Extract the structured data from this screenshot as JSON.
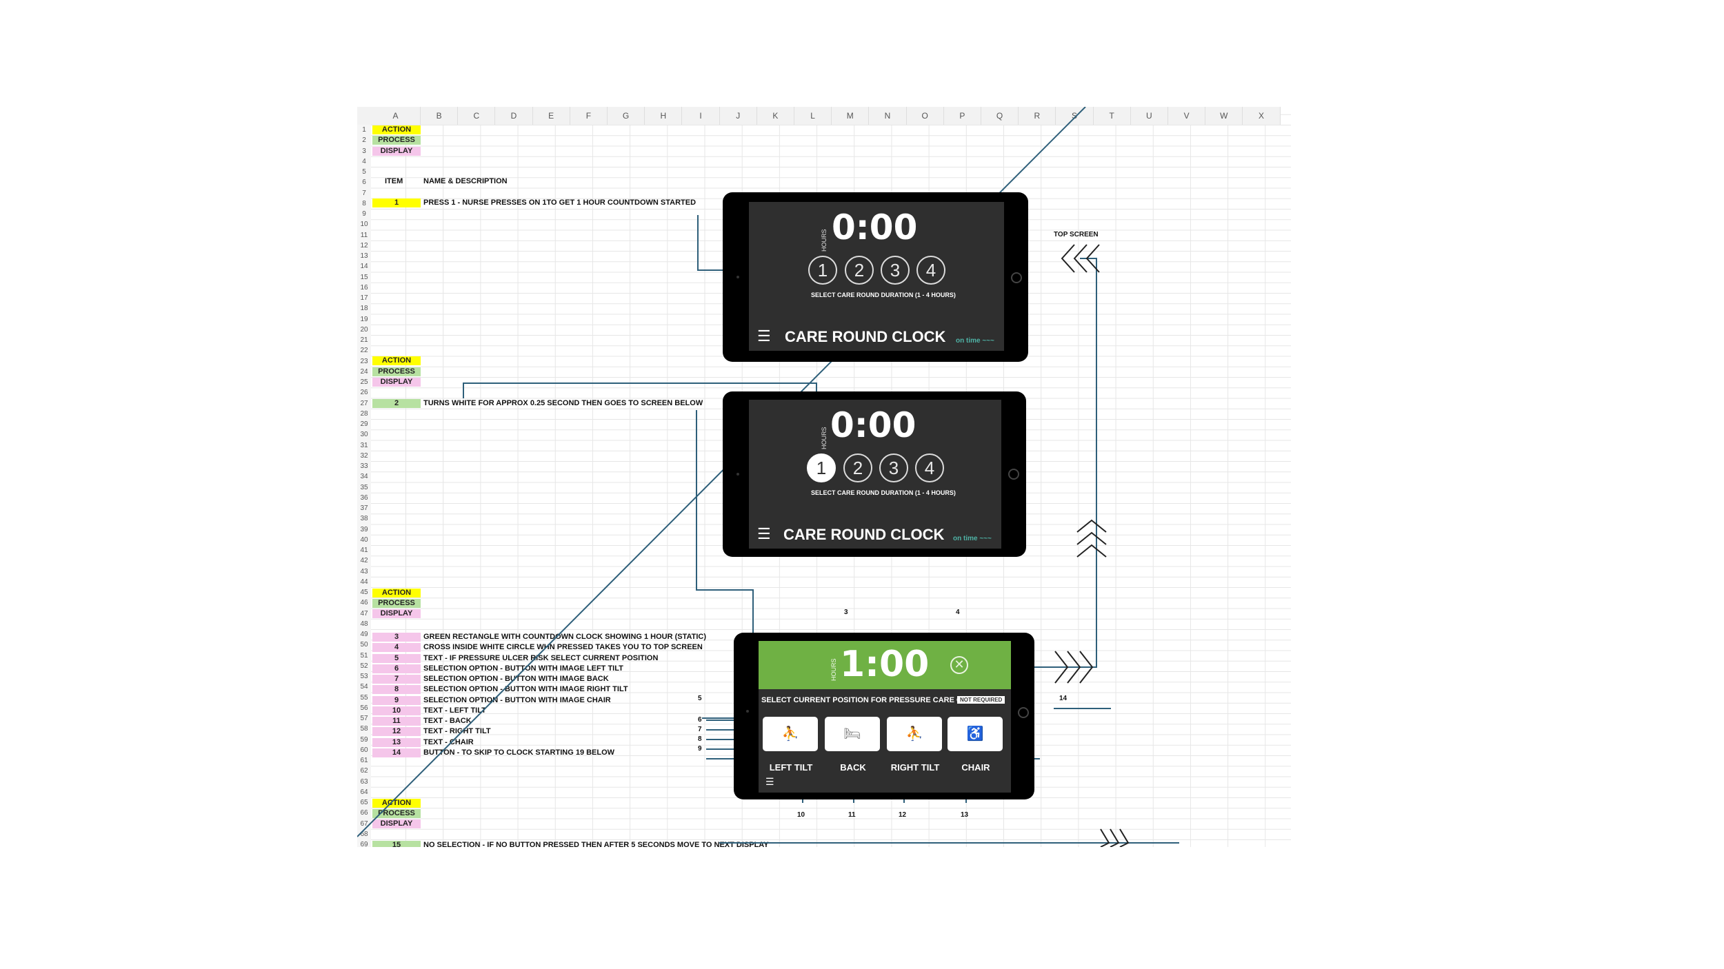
{
  "columns": [
    "A",
    "B",
    "C",
    "D",
    "E",
    "F",
    "G",
    "H",
    "I",
    "J",
    "K",
    "L",
    "M",
    "N",
    "O",
    "P",
    "Q",
    "R",
    "S",
    "T",
    "U",
    "V",
    "W",
    "X"
  ],
  "rows": [
    "1",
    "2",
    "3",
    "4",
    "5",
    "6",
    "7",
    "8",
    "9",
    "10",
    "11",
    "12",
    "13",
    "14",
    "15",
    "16",
    "17",
    "18",
    "19",
    "20",
    "21",
    "22",
    "23",
    "24",
    "25",
    "26",
    "27",
    "28",
    "29",
    "30",
    "31",
    "32",
    "33",
    "34",
    "35",
    "36",
    "37",
    "38",
    "39",
    "40",
    "41",
    "42",
    "43",
    "44",
    "45",
    "46",
    "47",
    "48",
    "49",
    "50",
    "51",
    "52",
    "53",
    "54",
    "55",
    "56",
    "57",
    "58",
    "59",
    "60",
    "61",
    "62",
    "63",
    "64",
    "65",
    "66",
    "67",
    "68",
    "69"
  ],
  "legend": {
    "action": "ACTION",
    "process": "PROCESS",
    "display": "DISPLAY"
  },
  "headers": {
    "item": "ITEM",
    "name": "NAME & DESCRIPTION"
  },
  "items": [
    {
      "num": "1",
      "desc": "PRESS 1 - NURSE PRESSES ON 1TO GET 1 HOUR COUNTDOWN STARTED"
    },
    {
      "num": "2",
      "desc": "TURNS WHITE FOR APPROX 0.25 SECOND THEN GOES TO SCREEN BELOW"
    },
    {
      "num": "3",
      "desc": "GREEN RECTANGLE WITH COUNTDOWN CLOCK SHOWING 1 HOUR (STATIC)"
    },
    {
      "num": "4",
      "desc": "CROSS INSIDE WHITE CIRCLE WHN PRESSED TAKES YOU TO TOP SCREEN"
    },
    {
      "num": "5",
      "desc": "TEXT - IF PRESSURE ULCER RISK SELECT CURRENT POSITION"
    },
    {
      "num": "6",
      "desc": "SELECTION OPTION - BUTTON WITH IMAGE LEFT TILT"
    },
    {
      "num": "7",
      "desc": "SELECTION OPTION - BUTTON WITH IMAGE BACK"
    },
    {
      "num": "8",
      "desc": "SELECTION OPTION - BUTTON WITH IMAGE RIGHT TILT"
    },
    {
      "num": "9",
      "desc": "SELECTION OPTION - BUTTON WITH IMAGE CHAIR"
    },
    {
      "num": "10",
      "desc": "TEXT - LEFT TILT"
    },
    {
      "num": "11",
      "desc": "TEXT - BACK"
    },
    {
      "num": "12",
      "desc": "TEXT - RIGHT TILT"
    },
    {
      "num": "13",
      "desc": "TEXT - CHAIR"
    },
    {
      "num": "14",
      "desc": "BUTTON - TO SKIP TO CLOCK STARTING 19 BELOW"
    },
    {
      "num": "15",
      "desc": "NO SELECTION - IF NO BUTTON PRESSED THEN AFTER 5 SECONDS MOVE TO NEXT DISPLAY"
    }
  ],
  "screen1": {
    "clock": "0:00",
    "hours_label": "HOURS",
    "options": [
      "1",
      "2",
      "3",
      "4"
    ],
    "subtitle": "SELECT CARE ROUND DURATION (1 - 4 HOURS)",
    "brand": "CARE ROUND CLOCK",
    "menu_icon": "hamburger-icon",
    "ontime": "on time",
    "ontime_mark": "~~~"
  },
  "screen2": {
    "clock": "0:00",
    "hours_label": "HOURS",
    "options": [
      "1",
      "2",
      "3",
      "4"
    ],
    "selected": "1",
    "subtitle": "SELECT CARE ROUND DURATION (1 - 4 HOURS)",
    "brand": "CARE ROUND CLOCK",
    "ontime": "on time",
    "ontime_mark": "~~~"
  },
  "screen3": {
    "clock": "1:00",
    "hours_label": "HOURS",
    "prompt": "SELECT CURRENT POSITION FOR PRESSURE CARE OR",
    "not_required": "NOT REQUIRED",
    "positions": [
      "LEFT TILT",
      "BACK",
      "RIGHT TILT",
      "CHAIR"
    ],
    "position_icons": [
      "left-tilt-icon",
      "back-icon",
      "right-tilt-icon",
      "chair-icon"
    ],
    "position_glyphs": [
      "⛹",
      "🛏",
      "⛹",
      "♿"
    ],
    "close_glyph": "✕",
    "menu_glyph": "☰"
  },
  "top_screen_label": "TOP SCREEN",
  "callouts": {
    "c3": "3",
    "c4": "4",
    "c5": "5",
    "c6": "6",
    "c7": "7",
    "c8": "8",
    "c9": "9",
    "c10": "10",
    "c11": "11",
    "c12": "12",
    "c13": "13",
    "c14": "14"
  },
  "colors": {
    "green_panel": "#6fb144",
    "tablet": "#000000",
    "screen": "#2f2f2f",
    "line": "#2e5f7a",
    "action": "#ffff00",
    "process": "#b7e1a1",
    "display": "#f5c6ea"
  }
}
